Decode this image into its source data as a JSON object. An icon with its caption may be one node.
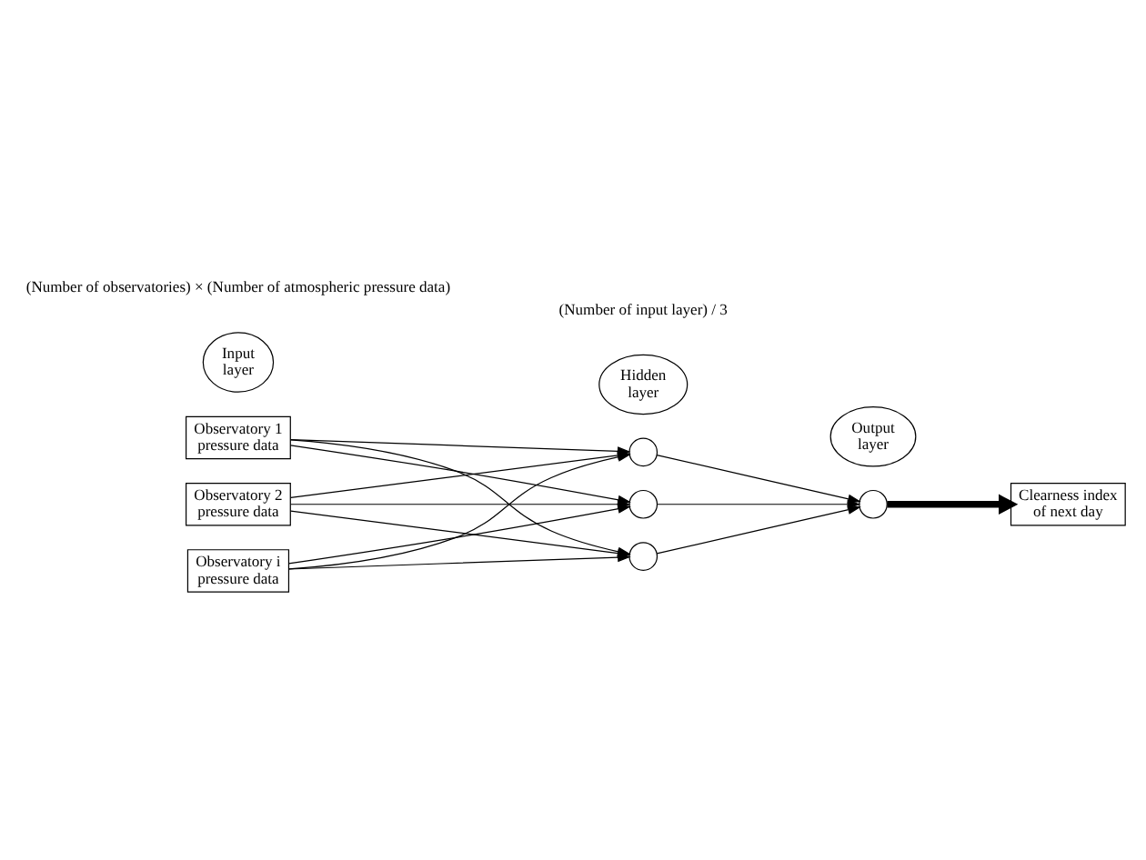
{
  "diagram": {
    "nodes": [
      {
        "text": [
          "Input layer"
        ]
      },
      {
        "text": [
          "Hidden layer"
        ]
      },
      {
        "text": [
          "Output layer"
        ]
      },
      {
        "text": [
          "Observatory 1 pressure data"
        ]
      },
      {
        "text": [
          "Observatory 2 pressure data"
        ]
      },
      {
        "text": [
          "Observatory i pressure data"
        ]
      },
      {
        "text": [],
        "shape": "circle"
      },
      {
        "text": [],
        "shape": "circle"
      },
      {
        "text": [],
        "shape": "circle"
      },
      {
        "text": [],
        "shape": "circle"
      },
      {
        "text": [
          "Clearness index of next day"
        ]
      }
    ],
    "edges": [
      {
        "from": 3,
        "to": 6,
        "arrow": "to"
      },
      {
        "from": 3,
        "to": 7,
        "arrow": "to"
      },
      {
        "from": 3,
        "to": 8,
        "arrow": "to"
      },
      {
        "from": 4,
        "to": 6,
        "arrow": "to"
      },
      {
        "from": 4,
        "to": 7,
        "arrow": "to"
      },
      {
        "from": 4,
        "to": 8,
        "arrow": "to"
      },
      {
        "from": 5,
        "to": 6,
        "arrow": "to"
      },
      {
        "from": 5,
        "to": 7,
        "arrow": "to"
      },
      {
        "from": 5,
        "to": 8,
        "arrow": "to"
      },
      {
        "from": 6,
        "to": 9,
        "arrow": "to"
      },
      {
        "from": 7,
        "to": 9,
        "arrow": "to"
      },
      {
        "from": 8,
        "to": 9,
        "arrow": "to"
      },
      {
        "from": 9,
        "to": 10,
        "arrow": "to",
        "style": "thick"
      }
    ],
    "labels": [
      "(Number of input layer) / 3",
      "(Number of observatories) × (Number of atmospheric pressure data)"
    ]
  }
}
